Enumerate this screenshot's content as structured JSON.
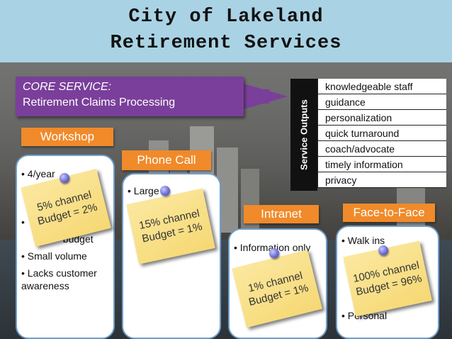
{
  "title": {
    "line1": "City of Lakeland",
    "line2": "Retirement Services"
  },
  "core_service": {
    "label": "CORE SERVICE:",
    "name": "Retirement Claims Processing"
  },
  "service_outputs": {
    "heading": "Service Outputs",
    "items": [
      "knowledgeable staff",
      "guidance",
      "personalization",
      "quick turnaround",
      "coach/advocate",
      "timely information",
      "privacy"
    ]
  },
  "channels": {
    "workshop": {
      "label": "Workshop",
      "bullets": [
        "4/year",
        "",
        "",
        "Small volume",
        "Lacks customer awareness"
      ],
      "visible_fragments": [
        "budget"
      ],
      "sticky": {
        "line1": "5% channel",
        "line2": "Budget = 2%"
      }
    },
    "phone": {
      "label": "Phone Call",
      "bullets": [
        "Large"
      ],
      "sticky": {
        "line1": "15% channel",
        "line2": "Budget = 1%"
      }
    },
    "intranet": {
      "label": "Intranet",
      "bullets": [
        "Information only"
      ],
      "sticky": {
        "line1": "1% channel",
        "line2": "Budget = 1%"
      }
    },
    "face": {
      "label": "Face-to-Face",
      "bullets": [
        "Walk ins",
        "Personal"
      ],
      "sticky": {
        "line1": "100% channel",
        "line2": "Budget = 96%"
      }
    }
  },
  "colors": {
    "title_band": "#a9d3e4",
    "core_service": "#7a3f9a",
    "channel_header": "#f08a2a",
    "box_border": "#6f9ec9",
    "sticky_note": "#f6d873"
  }
}
